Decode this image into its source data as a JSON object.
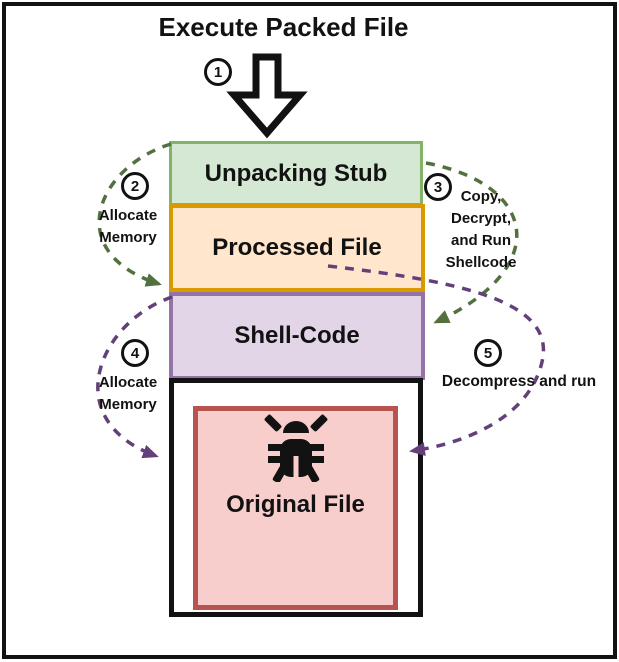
{
  "title": "Execute Packed File",
  "boxes": {
    "unpacking_stub": {
      "label": "Unpacking Stub",
      "fill": "#d5e8d4",
      "border": "#82b366"
    },
    "processed_file": {
      "label": "Processed File",
      "fill": "#ffe6cc",
      "border": "#d79b00"
    },
    "shell_code": {
      "label": "Shell-Code",
      "fill": "#e1d5e7",
      "border": "#9673a6"
    },
    "original_file": {
      "label": "Original File",
      "fill": "#f8cecc",
      "border": "#b85450"
    }
  },
  "steps": [
    {
      "number": "1",
      "label": ""
    },
    {
      "number": "2",
      "label": "Allocate Memory",
      "lines": [
        "Allocate",
        "Memory"
      ]
    },
    {
      "number": "3",
      "label": "Copy, Decrypt, and Run Shellcode",
      "lines": [
        "Copy,",
        "Decrypt,",
        "and Run",
        "Shellcode"
      ]
    },
    {
      "number": "4",
      "label": "Allocate Memory",
      "lines": [
        "Allocate",
        "Memory"
      ]
    },
    {
      "number": "5",
      "label": "Decompress and run",
      "lines": [
        "Decompress and run"
      ]
    }
  ],
  "icons": {
    "bug": "bug-icon",
    "execute_arrow": "down-block-arrow-icon"
  },
  "colors": {
    "green_dash": "#53703f",
    "purple_dash": "#64407a",
    "outline": "#121212",
    "background": "#ffffff"
  }
}
